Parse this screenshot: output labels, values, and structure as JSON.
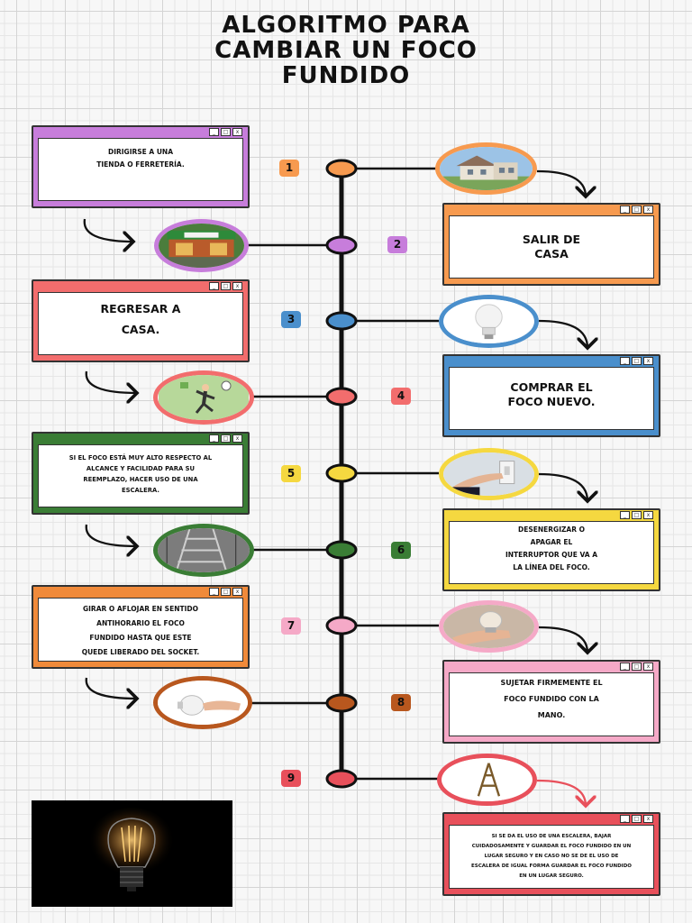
{
  "title": {
    "line1": "ALGORITMO PARA",
    "line2": "CAMBIAR UN FOCO",
    "line3": "FUNDIDO"
  },
  "colors": {
    "orange": "#f79a4f",
    "purple": "#c77ddb",
    "coral": "#f26d6d",
    "blue": "#4a8fcc",
    "green": "#3a7d35",
    "yellow": "#f5d840",
    "pink": "#f5a9c7",
    "brown": "#b8571e",
    "red": "#e8505b"
  },
  "window_buttons": {
    "minimize": "_",
    "maximize": "□",
    "close": "x"
  },
  "steps": [
    {
      "number": "1",
      "text": "SALIR DE\nCASA",
      "image_icon": "house-photo"
    },
    {
      "number": "2",
      "text": "DIRIGIRSE A UNA\nTIENDA O FERRETERÍA.",
      "image_icon": "hardware-store-photo"
    },
    {
      "number": "3",
      "text": "COMPRAR EL\nFOCO NUEVO.",
      "image_icon": "led-bulb-photo"
    },
    {
      "number": "4",
      "text": "REGRESAR A\nCASA.",
      "image_icon": "running-man-icon"
    },
    {
      "number": "5",
      "text": "DESENERGIZAR O\nAPAGAR EL\nINTERRUPTOR QUE VA A\nLA LÍNEA DEL FOCO.",
      "image_icon": "light-switch-photo"
    },
    {
      "number": "6",
      "text": "SI EL FOCO ESTÁ MUY ALTO RESPECTO AL\nALCANCE Y FACILIDAD PARA SU\nREEMPLAZO, HACER USO DE UNA\nESCALERA.",
      "image_icon": "ladder-photo"
    },
    {
      "number": "7",
      "text": "SUJETAR FIRMEMENTE EL\nFOCO FUNDIDO CON LA\nMANO.",
      "image_icon": "hand-holding-bulb-photo"
    },
    {
      "number": "8",
      "text": "GIRAR O AFLOJAR EN SENTIDO\nANTIHORARIO EL FOCO\nFUNDIDO HASTA QUE ESTE\nQUEDE LIBERADO DEL SOCKET.",
      "image_icon": "hand-bulb-photo"
    },
    {
      "number": "9",
      "text": "SI SE DA EL USO DE UNA ESCALERA, BAJAR\nCUIDADOSAMENTE Y GUARDAR EL FOCO FUNDIDO EN UN\nLUGAR SEGURO Y EN CASO NO SE DE EL USO DE\nESCALERA DE IGUAL FORMA GUARDAR EL FOCO FUNDIDO\nEN UN LUGAR SEGURO.",
      "image_icon": "small-ladder-icon"
    }
  ],
  "decor_image": "filament-bulb-photo"
}
